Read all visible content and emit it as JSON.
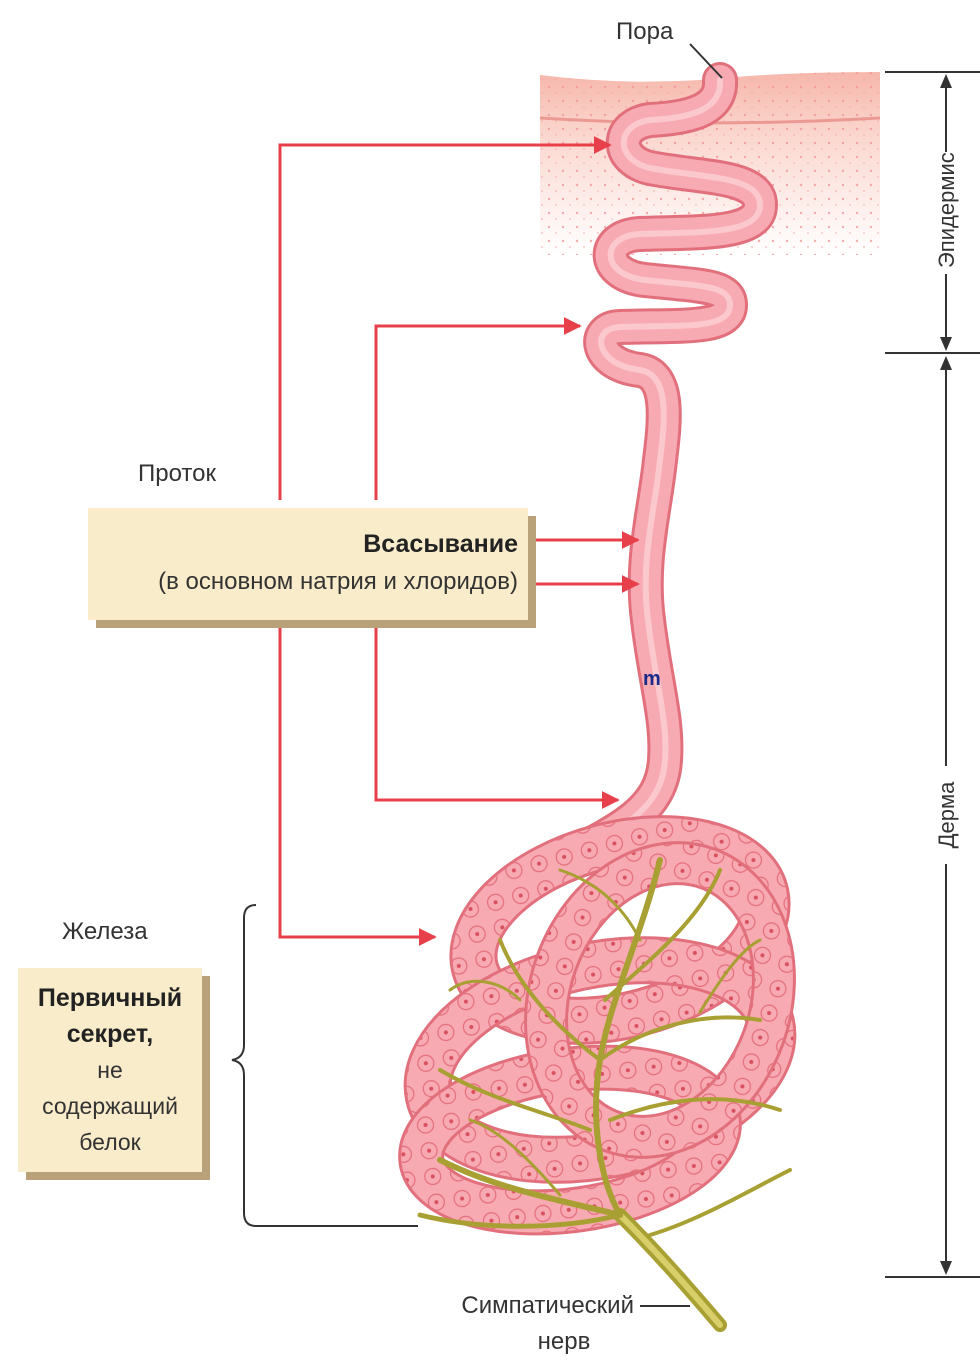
{
  "labels": {
    "pore": "Пора",
    "duct": "Проток",
    "absorption_title": "Всасывание",
    "absorption_note": "(в основном натрия и хлоридов)",
    "gland": "Железа",
    "primary_secret_line1": "Первичный",
    "primary_secret_line2": "секрет",
    "primary_secret_comma": ",",
    "primary_secret_line3": "не",
    "primary_secret_line4": "содержащий",
    "primary_secret_line5": "белок",
    "nerve_line1": "Симпатический",
    "nerve_line2": "нерв",
    "epidermis": "Эпидермис",
    "dermis": "Дерма",
    "marker": "m"
  },
  "colors": {
    "arrow": "#e8404a",
    "duct_fill": "#f7aab2",
    "duct_edge": "#e2707c",
    "nerve": "#a8a032",
    "skin": "#f4b3a6",
    "box_fill": "#f8ecca",
    "box_shadow": "#b9a27a"
  }
}
